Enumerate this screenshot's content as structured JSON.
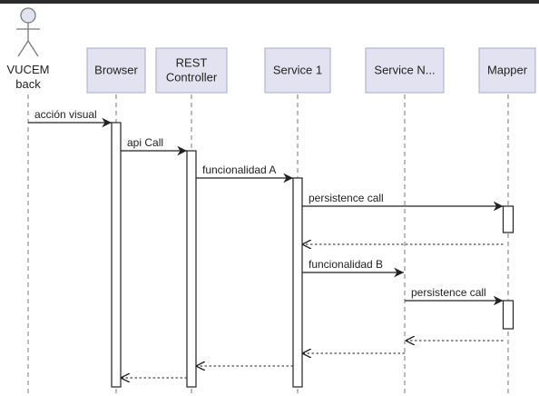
{
  "participants": [
    {
      "id": "actor",
      "kind": "actor",
      "lines": [
        "VUCEM",
        "back"
      ]
    },
    {
      "id": "browser",
      "kind": "box",
      "lines": [
        "Browser"
      ]
    },
    {
      "id": "rest",
      "kind": "box",
      "lines": [
        "REST",
        "Controller"
      ]
    },
    {
      "id": "service1",
      "kind": "box",
      "lines": [
        "Service 1"
      ]
    },
    {
      "id": "serviceN",
      "kind": "box",
      "lines": [
        "Service N..."
      ]
    },
    {
      "id": "mapper",
      "kind": "box",
      "lines": [
        "Mapper"
      ]
    }
  ],
  "messages": [
    {
      "from": "actor",
      "to": "browser",
      "label": "acción visual",
      "type": "call"
    },
    {
      "from": "browser",
      "to": "rest",
      "label": "api Call",
      "type": "call"
    },
    {
      "from": "rest",
      "to": "service1",
      "label": "funcionalidad A",
      "type": "call"
    },
    {
      "from": "service1",
      "to": "mapper",
      "label": "persistence call",
      "type": "call"
    },
    {
      "from": "mapper",
      "to": "service1",
      "label": "",
      "type": "return"
    },
    {
      "from": "service1",
      "to": "serviceN",
      "label": "funcionalidad B",
      "type": "call"
    },
    {
      "from": "serviceN",
      "to": "mapper",
      "label": "persistence call",
      "type": "call"
    },
    {
      "from": "mapper",
      "to": "serviceN",
      "label": "",
      "type": "return"
    },
    {
      "from": "serviceN",
      "to": "service1",
      "label": "",
      "type": "return"
    },
    {
      "from": "service1",
      "to": "rest",
      "label": "",
      "type": "return"
    },
    {
      "from": "rest",
      "to": "browser",
      "label": "",
      "type": "return"
    }
  ],
  "activations": [
    {
      "participant": "browser",
      "from_message": 0,
      "to_message": 10
    },
    {
      "participant": "rest",
      "from_message": 1,
      "to_message": 10
    },
    {
      "participant": "service1",
      "from_message": 2,
      "to_message": 9
    },
    {
      "participant": "mapper",
      "from_message": 3,
      "to_message": 4
    },
    {
      "participant": "mapper",
      "from_message": 6,
      "to_message": 7
    }
  ]
}
